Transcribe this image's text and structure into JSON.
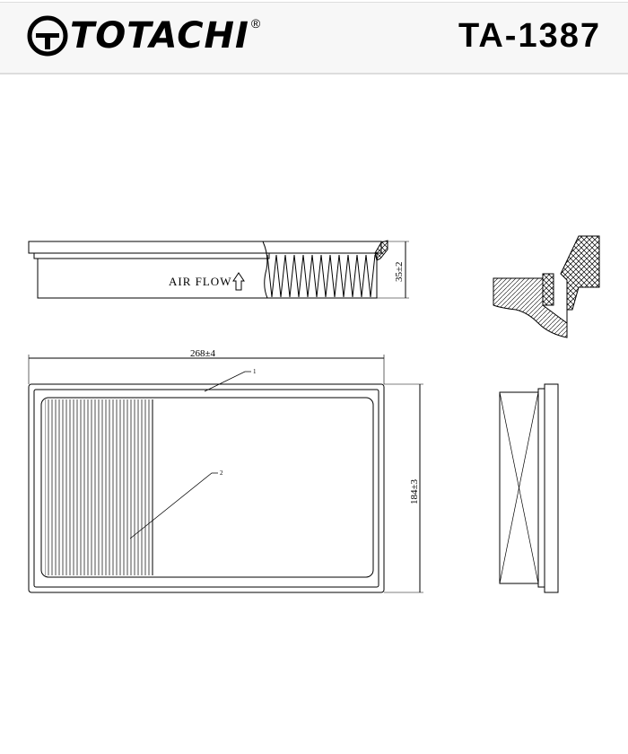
{
  "header": {
    "brand": "TOTACHI",
    "registered_mark": "®",
    "part_number": "TA-1387"
  },
  "drawing": {
    "air_flow_label": "AIR FLOW",
    "height_dim": "35±2",
    "length_dim": "268±4",
    "width_dim": "184±3",
    "callout_1": "1",
    "callout_2": "2"
  }
}
